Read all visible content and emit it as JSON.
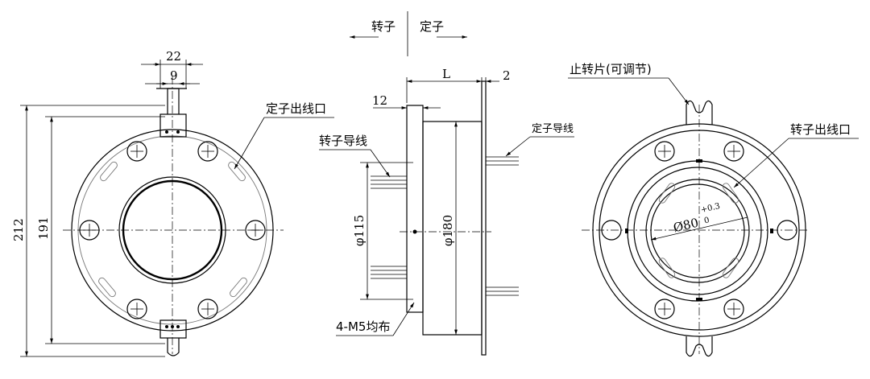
{
  "labels": {
    "rotor": "转子",
    "stator": "定子",
    "stator_outlet": "定子出线口",
    "rotor_lead": "转子导线",
    "stator_lead": "定子导线",
    "anti_rotation_tab": "止转片(可调节)",
    "rotor_outlet": "转子出线口",
    "holes": "4-M5均布"
  },
  "dimensions": {
    "tab_width": "22",
    "tab_slot": "9",
    "overall_height": "212",
    "bolt_span": "191",
    "length": "L",
    "flange_thickness": "2",
    "rotor_flange": "12",
    "rotor_dia": "φ115",
    "stator_dia": "φ180",
    "bore": "Ø80",
    "bore_tol_upper": "+0.3",
    "bore_tol_lower": "0"
  }
}
